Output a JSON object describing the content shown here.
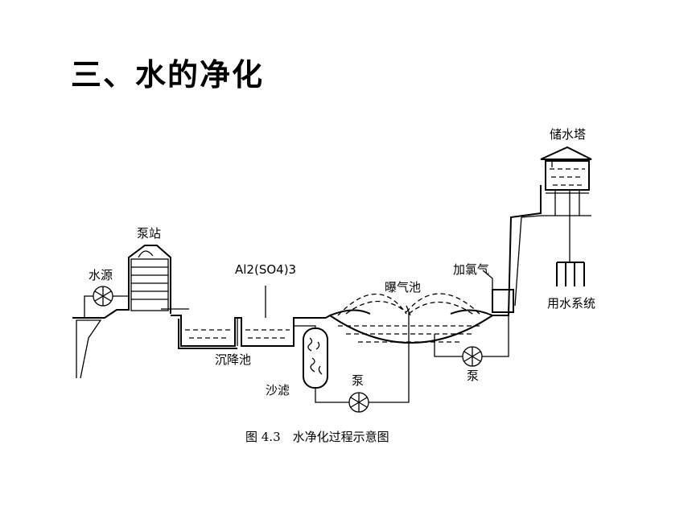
{
  "heading": "三、水的净化",
  "labels": {
    "water_source": "水源",
    "pump_station": "泵站",
    "coagulant": "Al2(SO4)3",
    "sedimentation": "沉降池",
    "sand_filter": "沙滤",
    "pump1": "泵",
    "aeration": "曝气池",
    "chlorine": "加氯气",
    "pump2": "泵",
    "water_tower": "储水塔",
    "distribution": "用水系统"
  },
  "caption": "图 4.3　水净化过程示意图"
}
